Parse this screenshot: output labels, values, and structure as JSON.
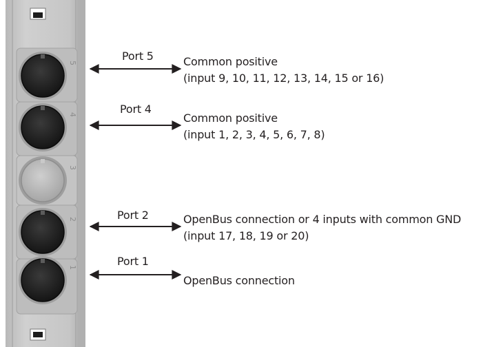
{
  "colors": {
    "housing": "#c8c8c8",
    "housing_dark": "#a8a8a8",
    "port_active": "#2b2b2b",
    "port_inactive": "#b4b4b4",
    "text": "#231f20"
  },
  "ports": [
    {
      "number": "5",
      "label": "Port 5",
      "lines": [
        "Common positive",
        "(input 9, 10, 11, 12, 13, 14, 15 or 16)"
      ],
      "active": true
    },
    {
      "number": "4",
      "label": "Port 4",
      "lines": [
        "Common positive",
        "(input 1, 2, 3, 4, 5, 6, 7, 8)"
      ],
      "active": true
    },
    {
      "number": "3",
      "label": "",
      "lines": [],
      "active": false
    },
    {
      "number": "2",
      "label": "Port 2",
      "lines": [
        "OpenBus connection or 4 inputs with common GND",
        "(input 17, 18, 19 or 20)"
      ],
      "active": true
    },
    {
      "number": "1",
      "label": "Port 1",
      "lines": [
        "OpenBus connection"
      ],
      "active": true
    }
  ]
}
